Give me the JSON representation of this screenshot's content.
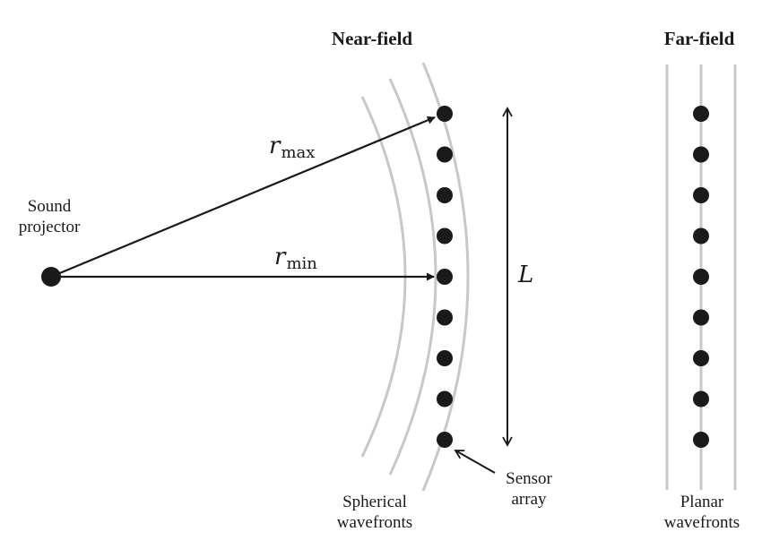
{
  "near_field": {
    "title": "Near-field",
    "sensor_count": 9,
    "wavefront_count": 3,
    "labels": {
      "r_max_symbol": "r",
      "r_max_sub": "max",
      "r_min_symbol": "r",
      "r_min_sub": "min",
      "length": "L"
    },
    "source_label": [
      "Sound",
      "projector"
    ],
    "sensor_label": [
      "Sensor",
      "array"
    ],
    "wavefront_label": [
      "Spherical",
      "wavefronts"
    ]
  },
  "far_field": {
    "title": "Far-field",
    "sensor_count": 9,
    "wavefront_count": 3,
    "wavefront_label": [
      "Planar",
      "wavefronts"
    ]
  },
  "colors": {
    "ink": "#1a1a1a",
    "wavefront": "#c8c8c8"
  }
}
